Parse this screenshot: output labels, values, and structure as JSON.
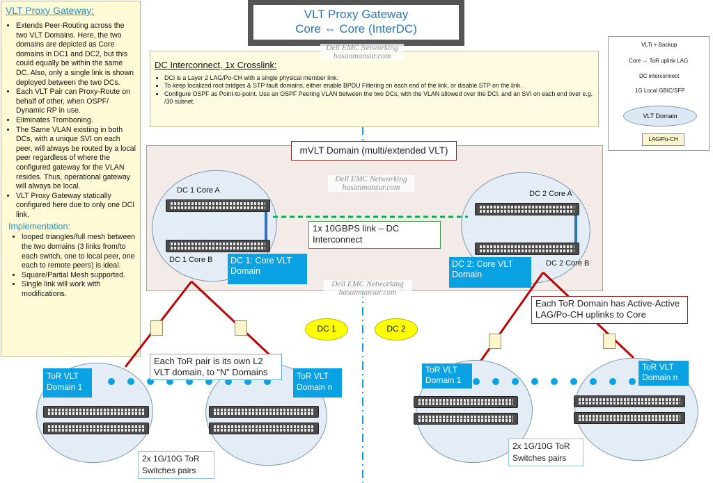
{
  "left_panel": {
    "title": "VLT Proxy Gateway:",
    "bullets": [
      "Extends Peer-Routing across the two VLT Domains. Here, the two domains are depicted as Core domains in DC1 and DC2, but this could equally be within the same DC. Also, only a single link is shown deployed between the two DCs.",
      "Each VLT Pair can Proxy-Route on behalf of other, when OSPF/ Dynamic RP in use.",
      "Eliminates Tromboning.",
      "The Same VLAN existing in both DCs, with a unique SVI on each peer, will always be routed by a local peer regardless of where the configured gateway for the VLAN resides. Thus, operational gateway will always be local.",
      "VLT Proxy Gateway statically configured here due to only one DCI link."
    ],
    "impl_title": "Implementation:",
    "impl_bullets": [
      "looped triangles/full mesh between the two domains (3 links from/to each switch, one to local peer, one each to remote peers) is ideal.",
      "Square/Partial Mesh supported.",
      "Single link will work with modifications."
    ]
  },
  "title": {
    "line1": "VLT Proxy Gateway",
    "line2": "Core ⇔ Core (InterDC)"
  },
  "watermark": {
    "line1": "Dell EMC Networking",
    "line2": "hasanmansur.com"
  },
  "dci_box": {
    "title": "DC Interconnect, 1x Crosslink:",
    "bullets": [
      "DCI is a Layer 2 LAG/Po-CH with a single physical member link.",
      "To keep localized root bridges & STP fault domains, either enable BPDU Filtering on each end of the link, or disable STP on the link.",
      "Configure OSPF as Point-to-point.  Use an OSPF Peering VLAN between the two DCs, with the VLAN allowed over the DCI, and an SVI on each end over e.g. /30 subnet."
    ]
  },
  "legend": {
    "items": [
      {
        "label": "VLTi + Backup",
        "color": "#2e75b6"
      },
      {
        "label": "Core ⇔ ToR uplink LAG",
        "color": "#c00000"
      },
      {
        "label": "DC interconnect",
        "color": "#00b050"
      },
      {
        "label": "1G Local GBIC/SFP",
        "color": "#ffc000"
      }
    ],
    "vlt_domain": "VLT Domain",
    "lag": "LAG/Po-CH"
  },
  "diagram": {
    "mvlt_label": "mVLT Domain (multi/extended VLT)",
    "dc1_core_a": "DC 1 Core A",
    "dc1_core_b": "DC 1 Core B",
    "dc2_core_a": "DC 2 Core A",
    "dc2_core_b": "DC 2 Core B",
    "dc1_domain": "DC 1: Core VLT Domain",
    "dc2_domain": "DC 2: Core VLT Domain",
    "dci_link": "1x 10GBPS link – DC Interconnect",
    "dc1": "DC 1",
    "dc2": "DC 2",
    "tor_callout_right": "Each ToR Domain has Active-Active LAG/Po-CH uplinks to Core",
    "tor_callout_left": "Each ToR pair is its own L2 VLT domain, to “N” Domains",
    "tor_domain_1": "ToR VLT Domain 1",
    "tor_domain_n": "ToR VLT Domain n",
    "tor_pairs": "2x 1G/10G ToR Switches pairs"
  },
  "colors": {
    "vlti": "#2e75b6",
    "uplink": "#c00000",
    "dci": "#00b050",
    "gbic": "#ffc000",
    "accent_blue": "#0aa2e2",
    "dc_circle": "#ffff00"
  }
}
